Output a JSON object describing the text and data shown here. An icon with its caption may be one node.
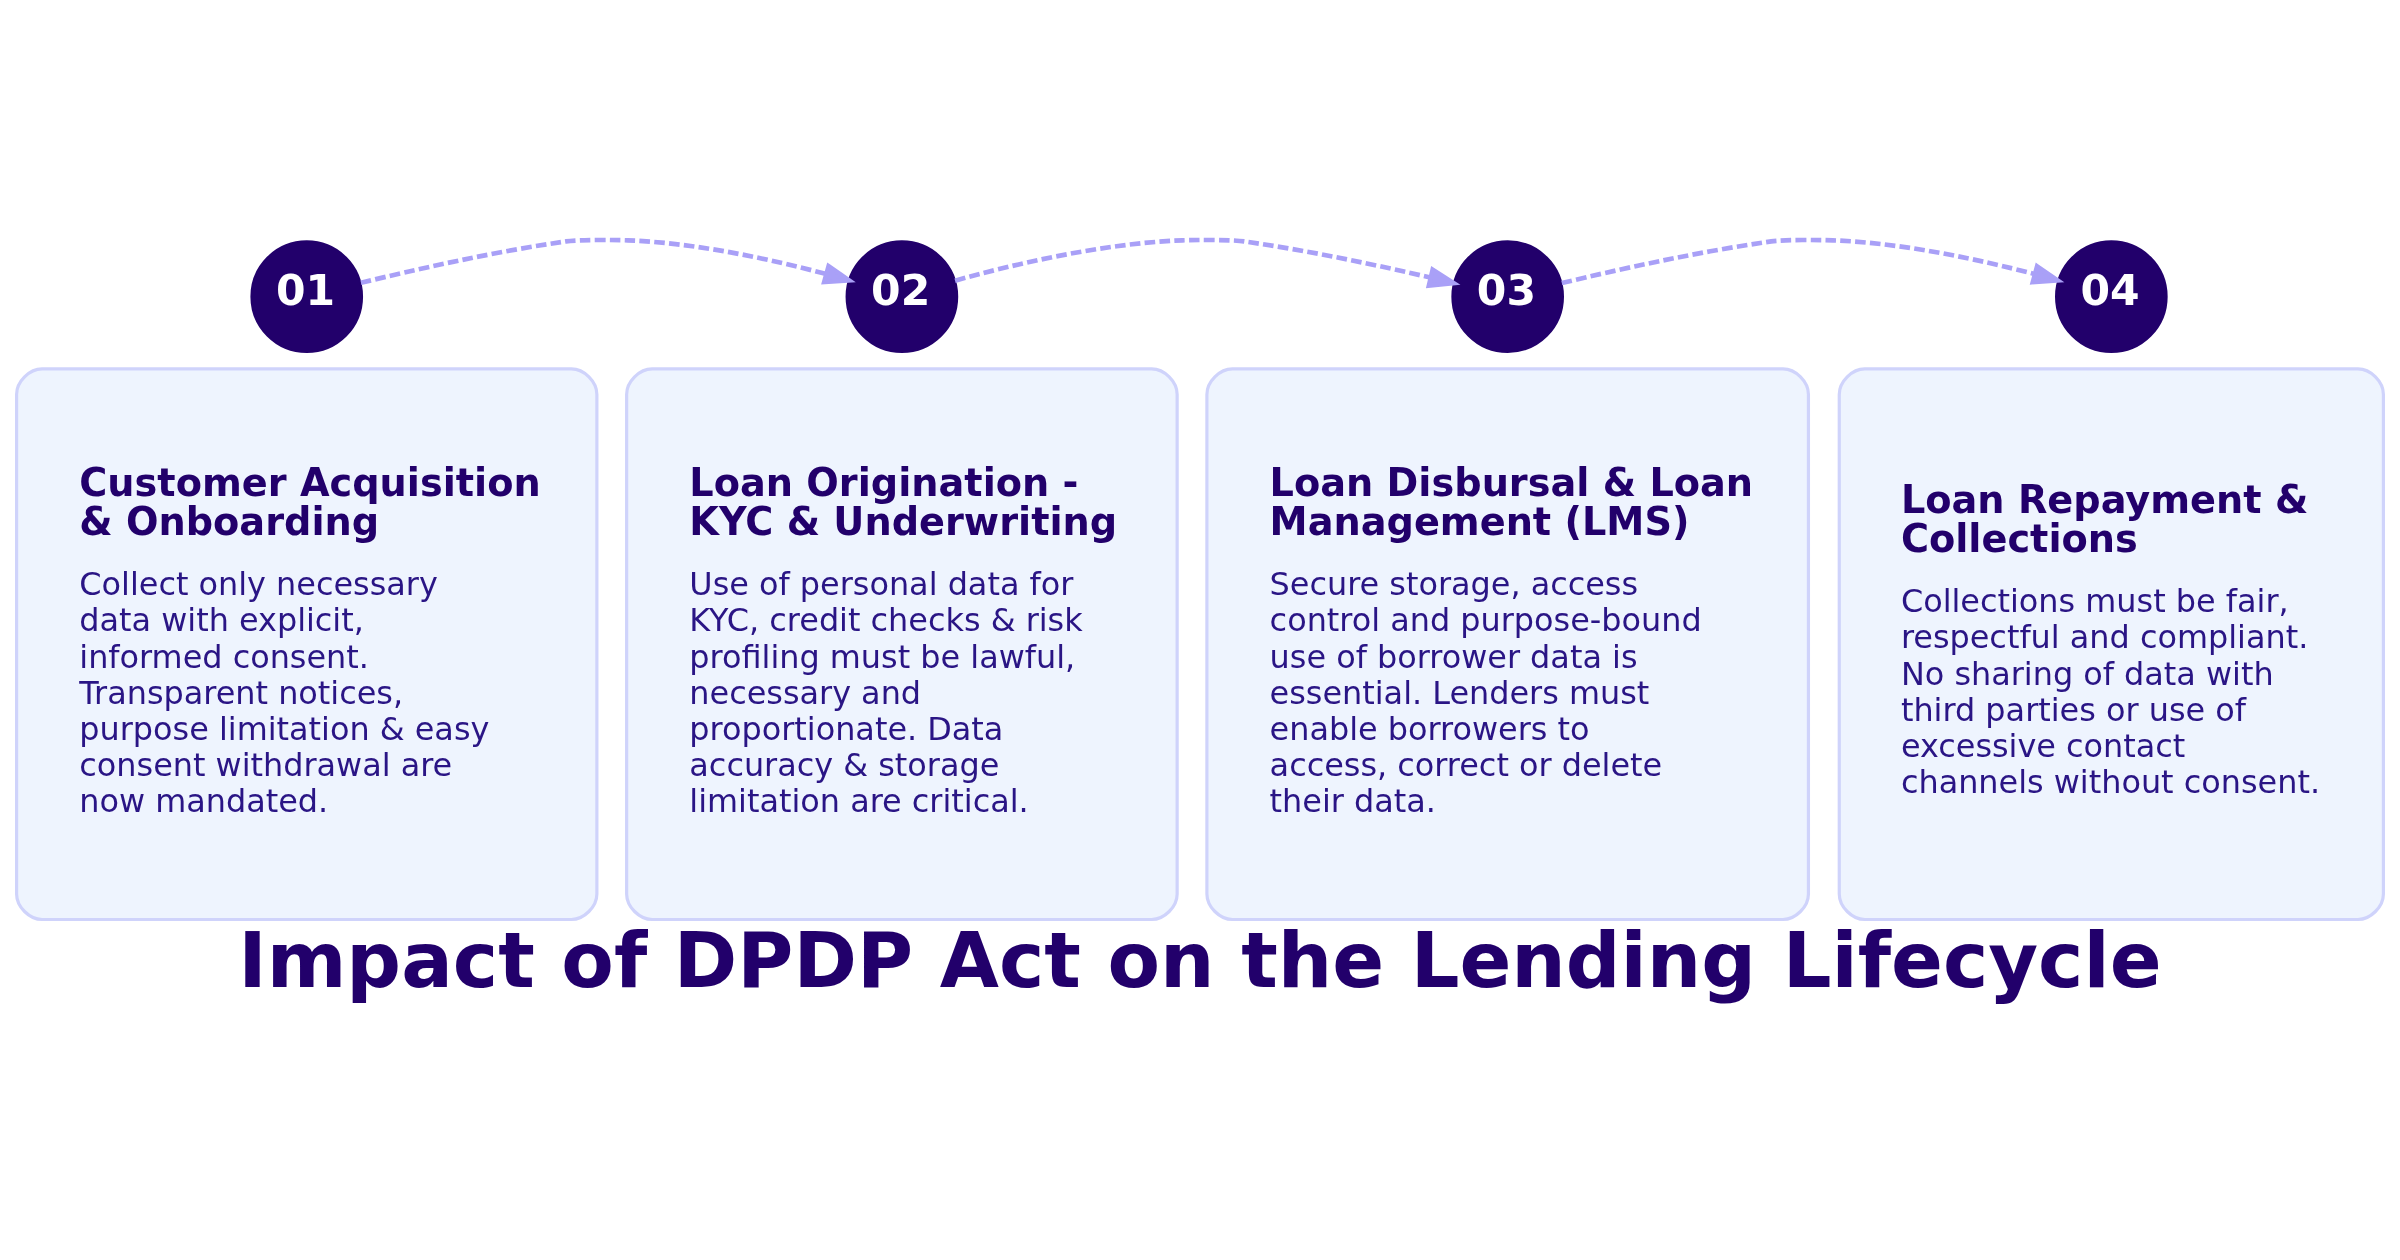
{
  "diagram": {
    "title": "Impact of DPDP Act on the Lending Lifecycle",
    "nodes": [
      {
        "text": [
          "01"
        ]
      },
      {
        "text": [
          "Customer Acquisition & Onboarding",
          "Collect only necessary data with explicit, informed consent. Transparent notices, purpose limitation & easy consent withdrawal are now mandated."
        ]
      },
      {
        "text": [
          "02"
        ]
      },
      {
        "text": [
          "Loan Origination - KYC & Underwriting",
          "Use of personal data for KYC, credit checks & risk profiling must be lawful, necessary and proportionate. Data accuracy & storage limitation are critical."
        ]
      },
      {
        "text": [
          "03"
        ]
      },
      {
        "text": [
          "Loan Disbursal & Loan Management (LMS)",
          "Secure storage, access control and purpose-bound use of borrower data is essential. Lenders must enable borrowers to access, correct or delete their data."
        ]
      },
      {
        "text": [
          "04"
        ]
      },
      {
        "text": [
          "Loan Repayment & Collections",
          "Collections must be fair, respectful and compliant. No sharing of data with third parties or use of excessive contact channels without consent."
        ]
      }
    ],
    "edges": [
      {
        "from": 0,
        "to": 2,
        "arrow": "to",
        "style": "dashed"
      },
      {
        "from": 2,
        "to": 4,
        "arrow": "to",
        "style": "dashed"
      },
      {
        "from": 4,
        "to": 6,
        "arrow": "to",
        "style": "dashed"
      }
    ]
  }
}
